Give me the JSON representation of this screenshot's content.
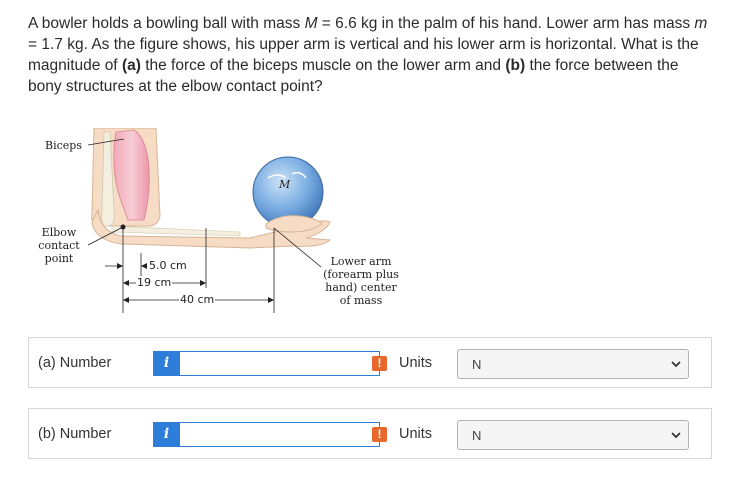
{
  "question": {
    "part1": "A bowler holds a bowling ball with mass ",
    "M_sym": "M",
    "part2": " = 6.6 kg in the palm of his hand. Lower arm has mass ",
    "m_sym": "m",
    "part3": " = 1.7 kg. As the figure shows, his upper arm is vertical and his lower arm is horizontal. What is the magnitude of ",
    "a_tag": "(a)",
    "part4": " the force of the biceps muscle on the lower arm and ",
    "b_tag": "(b)",
    "part5": " the force between the bony structures at the elbow contact point?"
  },
  "figure": {
    "biceps": "Biceps",
    "elbow_l1": "Elbow",
    "elbow_l2": "contact",
    "elbow_l3": "point",
    "ball": "M",
    "dim_5": "5.0 cm",
    "dim_19": "19 cm",
    "dim_40": "40 cm",
    "cm_l1": "Lower arm",
    "cm_l2": "(forearm plus",
    "cm_l3": "hand) center",
    "cm_l4": "of mass"
  },
  "rows": [
    {
      "label": "(a)  Number",
      "info": "i",
      "value": "",
      "warn": "!",
      "units_label": "Units",
      "units_value": "N"
    },
    {
      "label": "(b)  Number",
      "info": "i",
      "value": "",
      "warn": "!",
      "units_label": "Units",
      "units_value": "N"
    }
  ],
  "colors": {
    "accent": "#2e7dd8",
    "warning": "#e8672a"
  }
}
